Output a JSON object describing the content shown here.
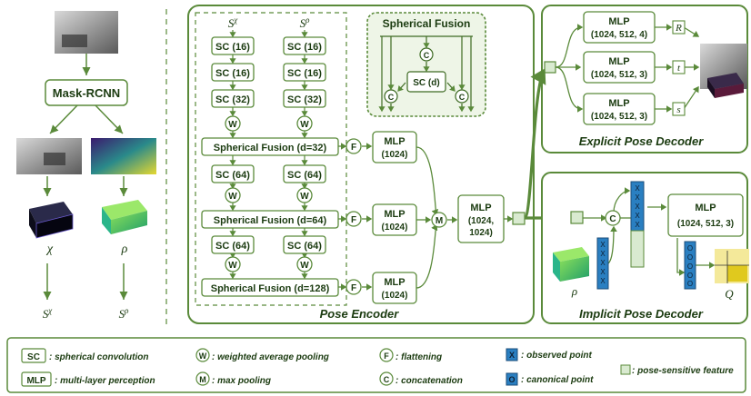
{
  "colors": {
    "accent": "#5a8a3a",
    "box_fill": "#ffffff",
    "panel_fill": "#eef5e7",
    "pose_feature_fill": "#d9ead0",
    "observed_point_fill": "#1a6fb3",
    "text": "#1b3b10"
  },
  "left_column": {
    "mask_rcnn": "Mask-RCNN",
    "chi_label": "χ",
    "rho_label": "ρ",
    "s_chi": "S",
    "s_chi_sup": "χ",
    "s_rho": "S",
    "s_rho_sup": "ρ"
  },
  "encoder": {
    "title": "Pose Encoder",
    "col_left_top": "S",
    "col_left_top_sup": "χ",
    "col_right_top": "S",
    "col_right_top_sup": "ρ",
    "sc16": "SC (16)",
    "sc32": "SC (32)",
    "sc64": "SC (64)",
    "w": "W",
    "sf32": "Spherical Fusion (d=32)",
    "sf64": "Spherical Fusion (d=64)",
    "sf128": "Spherical Fusion (d=128)",
    "f": "F",
    "m": "M",
    "mlp": "MLP",
    "mlp_1024": "(1024)",
    "mlp_big": "(1024,",
    "mlp_big2": "1024)"
  },
  "spherical_fusion_panel": {
    "title": "Spherical Fusion",
    "c": "C",
    "sc_d": "SC (d)"
  },
  "explicit_decoder": {
    "title": "Explicit Pose Decoder",
    "mlp": "MLP",
    "mlp1_dims": "(1024, 512, 4)",
    "mlp2_dims": "(1024, 512, 3)",
    "mlp3_dims": "(1024, 512, 3)",
    "out_r": "R",
    "out_t": "t",
    "out_s": "s"
  },
  "implicit_decoder": {
    "title": "Implicit Pose Decoder",
    "c": "C",
    "mlp": "MLP",
    "mlp_dims": "(1024, 512, 3)",
    "rho": "ρ",
    "q": "Q"
  },
  "legend": {
    "sc_key": "SC",
    "sc_desc": ": spherical convolution",
    "mlp_key": "MLP",
    "mlp_desc": ": multi-layer perception",
    "w_key": "W",
    "w_desc": ": weighted average pooling",
    "m_key": "M",
    "m_desc": ": max pooling",
    "f_key": "F",
    "f_desc": ": flattening",
    "c_key": "C",
    "c_desc": ": concatenation",
    "x_key": "X",
    "x_desc": ": observed point",
    "o_key": "O",
    "o_desc": ": canonical point",
    "feat_desc": ": pose-sensitive feature"
  }
}
